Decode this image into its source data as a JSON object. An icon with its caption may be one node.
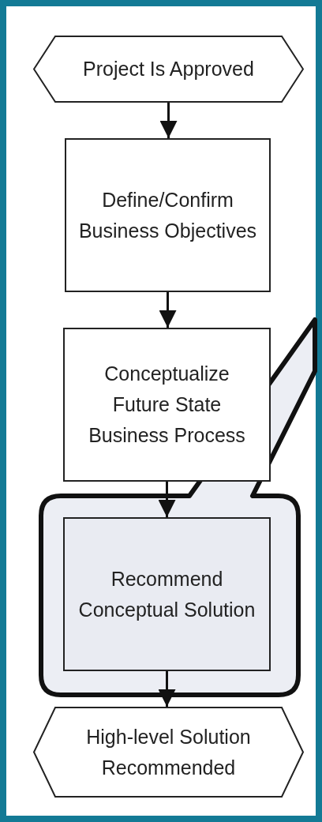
{
  "diagram": {
    "nodes": [
      {
        "text": [
          "Project Is Approved"
        ]
      },
      {
        "text": [
          "Define/Confirm Business Objectives"
        ]
      },
      {
        "text": [
          "Conceptualize Future State Business Process"
        ]
      },
      {
        "text": [
          "Recommend Conceptual Solution"
        ]
      },
      {
        "text": [
          "High-level Solution Recommended"
        ]
      }
    ],
    "edges": [
      {
        "from": 0,
        "to": 1,
        "arrow": "to"
      },
      {
        "from": 1,
        "to": 2,
        "arrow": "to"
      },
      {
        "from": 2,
        "to": 3,
        "arrow": "to"
      },
      {
        "from": 3,
        "to": 4,
        "arrow": "to"
      }
    ]
  }
}
